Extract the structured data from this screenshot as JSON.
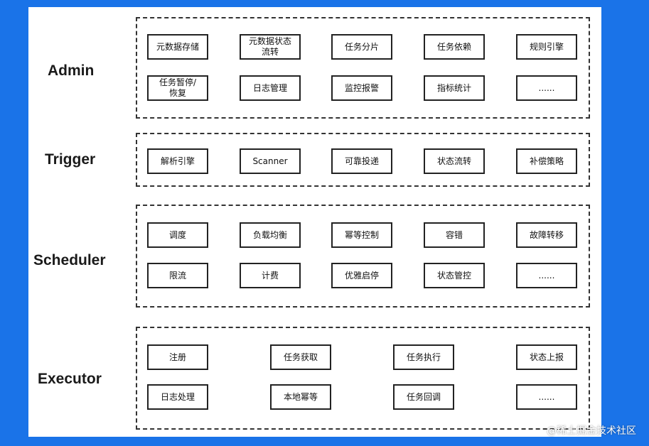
{
  "layers": {
    "admin": {
      "label": "Admin",
      "row1": [
        "元数据存储",
        "元数据状态流转",
        "任务分片",
        "任务依赖",
        "规则引擎"
      ],
      "row2": [
        "任务暂停/恢复",
        "日志管理",
        "监控报警",
        "指标统计",
        "......"
      ]
    },
    "trigger": {
      "label": "Trigger",
      "row1": [
        "解析引擎",
        "Scanner",
        "可靠投递",
        "状态流转",
        "补偿策略"
      ]
    },
    "scheduler": {
      "label": "Scheduler",
      "row1": [
        "调度",
        "负载均衡",
        "幂等控制",
        "容错",
        "故障转移"
      ],
      "row2": [
        "限流",
        "计费",
        "优雅启停",
        "状态管控",
        "......"
      ]
    },
    "executor": {
      "label": "Executor",
      "row1": [
        "注册",
        "任务获取",
        "任务执行",
        "状态上报"
      ],
      "row2": [
        "日志处理",
        "本地幂等",
        "任务回调",
        "......"
      ]
    }
  },
  "credit": "@稀土掘金技术社区"
}
